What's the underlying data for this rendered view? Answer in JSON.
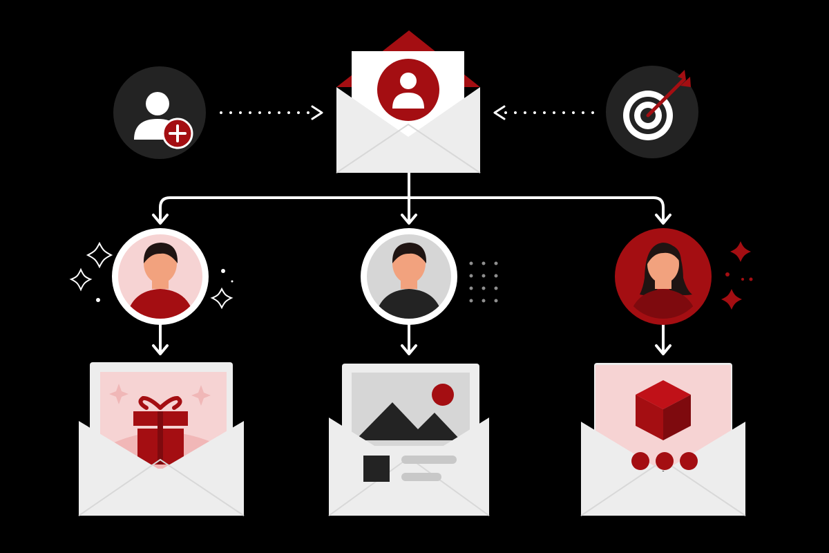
{
  "diagram": {
    "type": "personalized-email-flow",
    "colors": {
      "background": "#000000",
      "accent_red": "#a40e12",
      "dark_red": "#7e0a0e",
      "light_pink": "#f6d3d3",
      "envelope_white": "#ededed",
      "card_white": "#ffffff",
      "neutral_gray": "#d6d6d6",
      "dark_gray": "#232323",
      "line_white": "#ffffff",
      "skin": "#f2a27e",
      "hair": "#1f1412"
    },
    "top": {
      "left_icon": "add-user-icon",
      "center_icon": "envelope-with-profile-icon",
      "right_icon": "target-icon"
    },
    "recipients": [
      {
        "avatar": "male-user-red-shirt",
        "avatar_ring": "light-pink",
        "decoration": "sparkles",
        "email_content": "gift-icon",
        "email_theme": "pink"
      },
      {
        "avatar": "male-user-black-shirt",
        "avatar_ring": "light-gray",
        "decoration": "dot-grid",
        "email_content": "image-and-text-layout",
        "email_theme": "gray"
      },
      {
        "avatar": "female-user-red-shirt",
        "avatar_ring": "red",
        "decoration": "red-sparkles",
        "email_content": "product-cube-icon",
        "email_theme": "pink"
      }
    ]
  }
}
